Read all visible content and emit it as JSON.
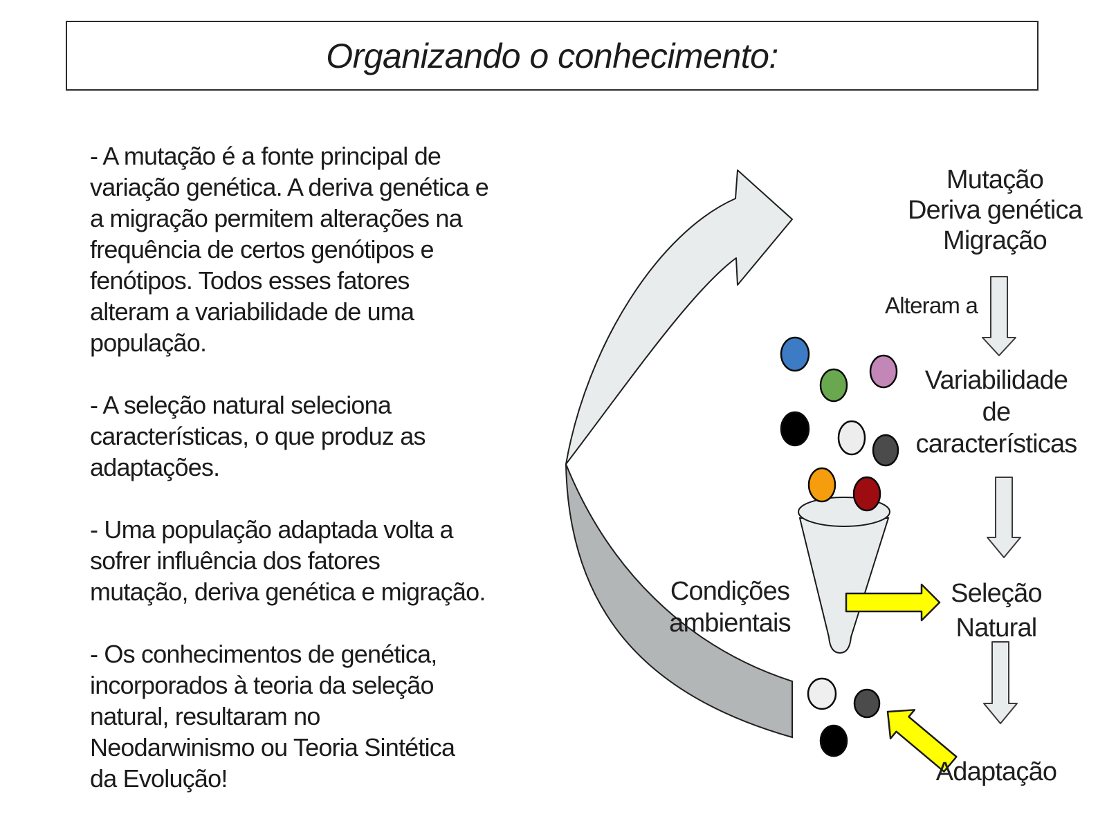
{
  "title": "Organizando o conhecimento:",
  "paragraphs": [
    "- A mutação é a fonte principal de\nvariação genética. A deriva genética e\na migração permitem alterações na\nfrequência de certos genótipos e\nfenótipos. Todos esses fatores\nalteram a variabilidade de uma\npopulação.",
    "- A seleção natural seleciona\ncaracterísticas, o que produz as\nadaptações.",
    "- Uma população adaptada volta a\nsofrer influência dos fatores\nmutação, deriva genética e migração.",
    "- Os conhecimentos de genética,\nincorporados à teoria da seleção\nnatural, resultaram no\nNeodarwinismo ou Teoria Sintética\nda Evolução!"
  ],
  "diagram": {
    "factors_label": "Mutação\nDeriva genética\nMigração",
    "alteram_label": "Alteram a",
    "variability_label": "Variabilidade\nde\ncaracterísticas",
    "conditions_label": "Condições\nambientais",
    "selection_label": "Seleção\nNatural",
    "adaptation_label": "Adaptação",
    "colors": {
      "arrow_light": "#e9eced",
      "arrow_dark": "#b3b6b6",
      "arrow_yellow": "#ffff00",
      "outline": "#1f1f1f"
    },
    "dots_top": [
      {
        "name": "blue",
        "color": "#3d7cc4"
      },
      {
        "name": "green",
        "color": "#6aa84f"
      },
      {
        "name": "pink",
        "color": "#c287b7"
      },
      {
        "name": "black",
        "color": "#000000"
      },
      {
        "name": "white",
        "color": "#ededed"
      },
      {
        "name": "dark-gray",
        "color": "#4b4b4b"
      },
      {
        "name": "orange",
        "color": "#f69d0d"
      },
      {
        "name": "dark-red",
        "color": "#9c0c10"
      }
    ],
    "dots_bottom": [
      {
        "name": "white",
        "color": "#efefef"
      },
      {
        "name": "dark-gray",
        "color": "#4b4b4b"
      },
      {
        "name": "black",
        "color": "#000000"
      }
    ]
  }
}
